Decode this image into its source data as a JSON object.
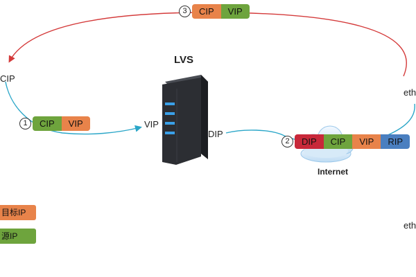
{
  "colors": {
    "orange": "#e8834a",
    "green": "#6ea43d",
    "red": "#c8283a",
    "blue_seg": "#4a7fc0",
    "red_arrow": "#d43a3a",
    "cyan_arrow": "#2aa6c8",
    "server": "#2c2e33",
    "led": "#3aa0e8"
  },
  "server_label": "LVS",
  "internet_label": "Internet",
  "labels": {
    "cip_left": "CIP",
    "vip_left": "VIP",
    "dip_right": "DIP",
    "eth_top": "eth",
    "eth_bottom": "eth"
  },
  "packet_top": {
    "num": "3",
    "cells": [
      "CIP",
      "VIP"
    ]
  },
  "packet_left": {
    "num": "1",
    "cells": [
      "CIP",
      "VIP"
    ]
  },
  "packet_right": {
    "num": "2",
    "cells": [
      "DIP",
      "CIP",
      "VIP",
      "RIP"
    ]
  },
  "legend": {
    "target": "目标IP",
    "source": "源IP"
  }
}
